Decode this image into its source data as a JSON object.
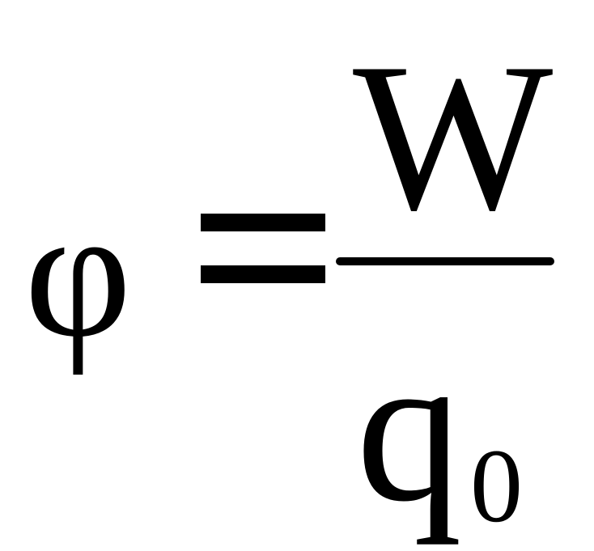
{
  "formula": {
    "lhs": "φ",
    "relation": "=",
    "numerator": "W",
    "denominator": {
      "base": "q",
      "subscript": "0"
    }
  }
}
